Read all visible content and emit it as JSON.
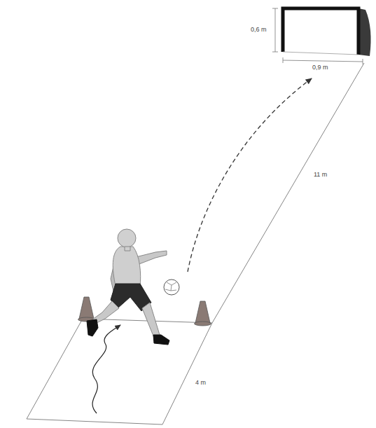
{
  "diagram": {
    "labels": [
      "0,6 m",
      "0,9 m",
      "11 m",
      "4 m"
    ]
  }
}
